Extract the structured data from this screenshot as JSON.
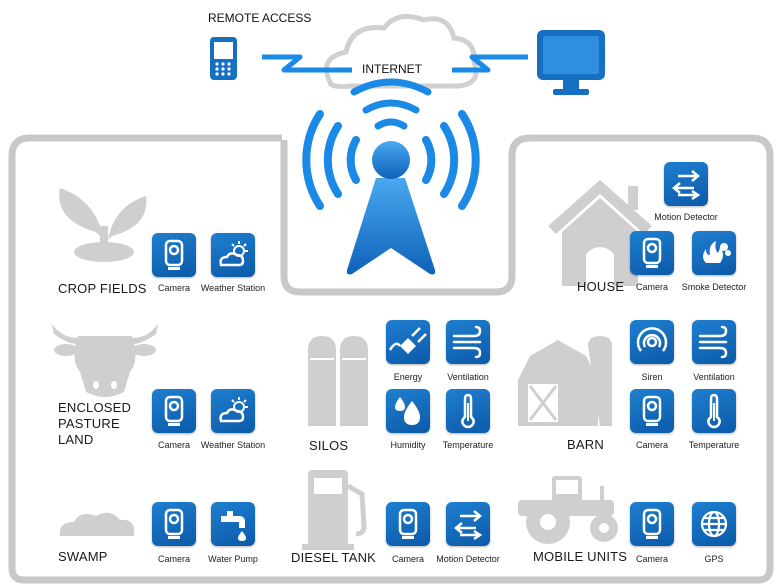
{
  "header": {
    "remote_access": "REMOTE ACCESS",
    "internet": "INTERNET"
  },
  "colors": {
    "tile": "#1570c4",
    "accent": "#1a8ae6",
    "gray": "#c9c9c9",
    "frame": "#c8c8c8"
  },
  "sections": {
    "crop_fields": {
      "title": "CROP FIELDS",
      "devices": [
        "Camera",
        "Weather Station"
      ]
    },
    "house": {
      "title": "HOUSE",
      "devices": [
        "Motion Detector",
        "Camera",
        "Smoke Detector"
      ]
    },
    "pasture": {
      "title_lines": [
        "ENCLOSED",
        "PASTURE",
        "LAND"
      ],
      "devices": [
        "Camera",
        "Weather Station"
      ]
    },
    "silos": {
      "title": "SILOS",
      "devices": [
        "Energy",
        "Ventilation",
        "Humidity",
        "Temperature"
      ]
    },
    "barn": {
      "title": "BARN",
      "devices": [
        "Siren",
        "Ventilation",
        "Camera",
        "Temperature"
      ]
    },
    "swamp": {
      "title": "SWAMP",
      "devices": [
        "Camera",
        "Water Pump"
      ]
    },
    "diesel": {
      "title": "DIESEL TANK",
      "devices": [
        "Camera",
        "Motion Detector"
      ]
    },
    "mobile": {
      "title": "MOBILE UNITS",
      "devices": [
        "Camera",
        "GPS"
      ]
    }
  }
}
